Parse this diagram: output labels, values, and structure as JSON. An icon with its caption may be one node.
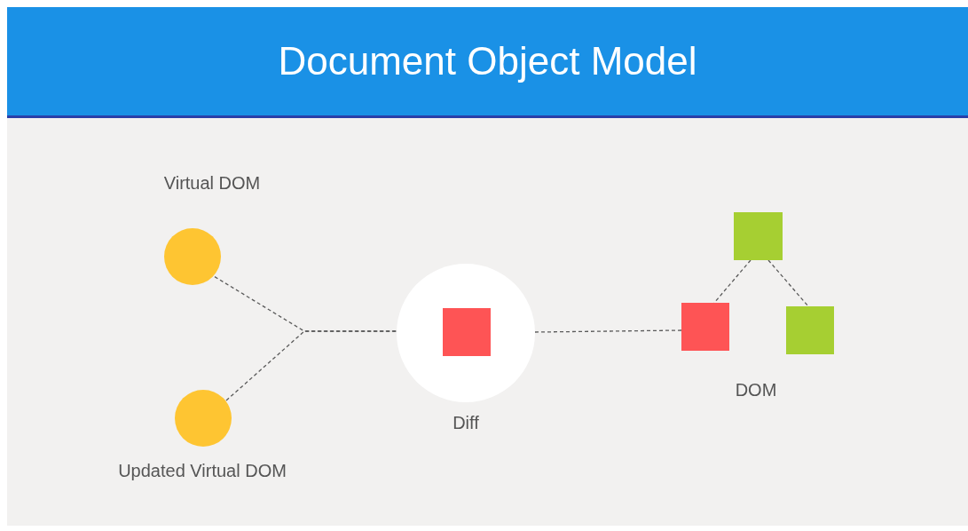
{
  "diagram": {
    "title": "Document Object Model",
    "nodes": [
      {
        "text": [
          "Virtual DOM"
        ]
      },
      {
        "text": [
          "Updated Virtual DOM"
        ]
      },
      {
        "text": [
          "Diff"
        ]
      },
      {
        "text": [],
        "shape": "box",
        "in": 2
      },
      {
        "text": [],
        "shape": "box"
      },
      {
        "text": [],
        "shape": "box"
      },
      {
        "text": [],
        "shape": "box"
      }
    ],
    "edges": [
      {
        "from": 0,
        "to": 2,
        "arrow": "none",
        "style": "dashed"
      },
      {
        "from": 1,
        "to": 2,
        "arrow": "none",
        "style": "dashed"
      },
      {
        "from": 2,
        "to": 5,
        "arrow": "none",
        "style": "dashed"
      },
      {
        "from": 4,
        "to": 5,
        "arrow": "none",
        "style": "dashed"
      },
      {
        "from": 4,
        "to": 6,
        "arrow": "none",
        "style": "dashed"
      }
    ],
    "labels": [
      "DOM"
    ]
  }
}
